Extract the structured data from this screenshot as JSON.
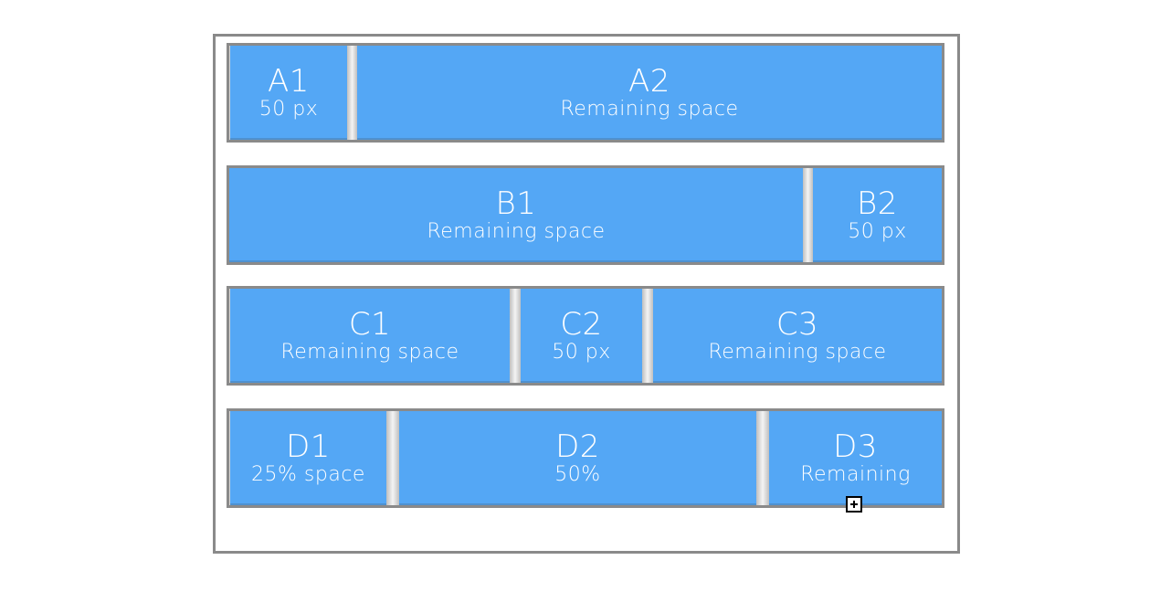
{
  "rows": {
    "a": {
      "cells": [
        {
          "title": "A1",
          "sub": "50 px"
        },
        {
          "title": "A2",
          "sub": "Remaining space"
        }
      ]
    },
    "b": {
      "cells": [
        {
          "title": "B1",
          "sub": "Remaining space"
        },
        {
          "title": "B2",
          "sub": "50 px"
        }
      ]
    },
    "c": {
      "cells": [
        {
          "title": "C1",
          "sub": "Remaining space"
        },
        {
          "title": "C2",
          "sub": "50 px"
        },
        {
          "title": "C3",
          "sub": "Remaining space"
        }
      ]
    },
    "d": {
      "cells": [
        {
          "title": "D1",
          "sub": "25% space"
        },
        {
          "title": "D2",
          "sub": "50%"
        },
        {
          "title": "D3",
          "sub": "Remaining"
        }
      ]
    }
  },
  "colors": {
    "cell_fill": "#54a7f5",
    "border": "#8a8a8a",
    "text": "#ffffff"
  },
  "icons": {
    "resize_handle": "plus-square-icon"
  }
}
